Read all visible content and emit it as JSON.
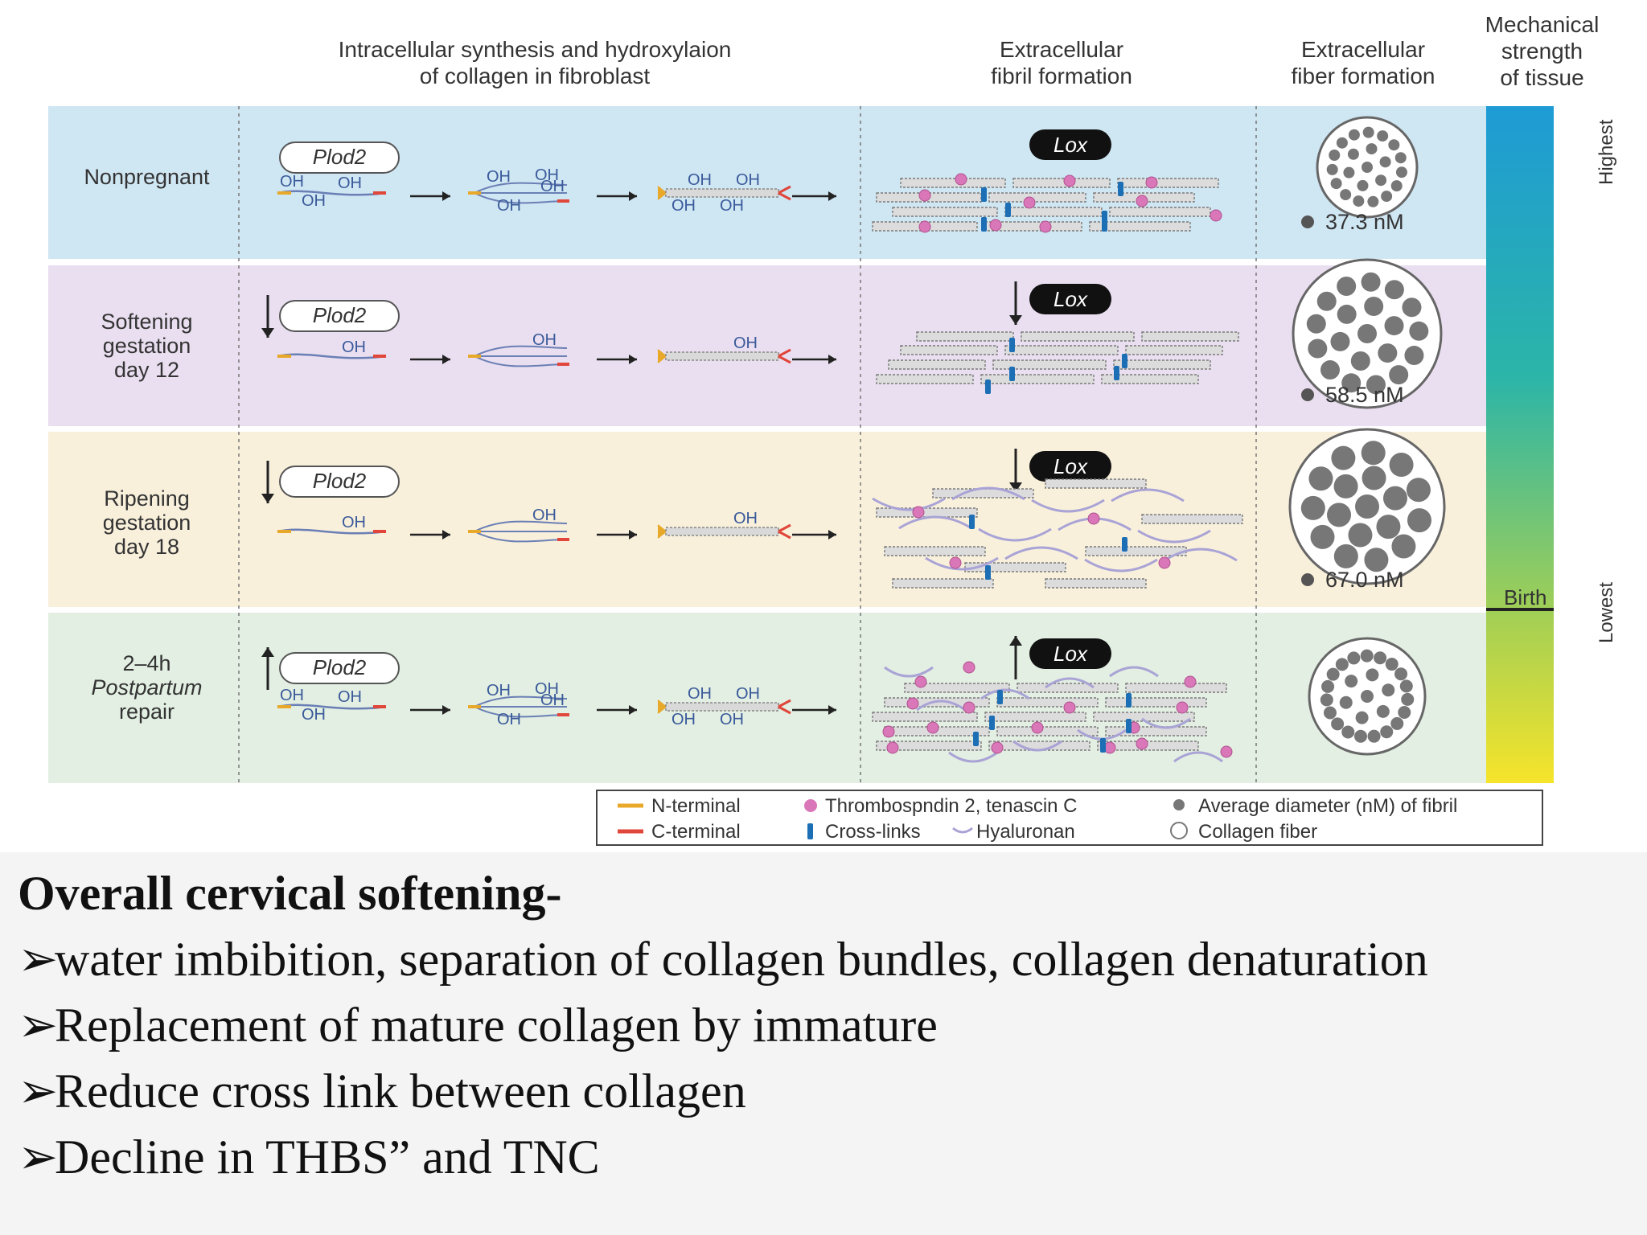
{
  "columns": {
    "intracellular": "Intracellular synthesis and hydroxylaion\nof collagen in fibroblast",
    "fibril": "Extracellular\nfibril formation",
    "fiber": "Extracellular\nfiber formation",
    "strength": "Mechanical\nstrength\nof tissue"
  },
  "rows": [
    {
      "label": "Nonpregnant",
      "gene_arrow": "",
      "size": "37.3 nM",
      "bg": "#cfe6f3"
    },
    {
      "label": "Softening\ngestation\nday 12",
      "gene_arrow": "down",
      "size": "58.5 nM",
      "bg": "#eadff0"
    },
    {
      "label": "Ripening\ngestation\nday 18",
      "gene_arrow": "down",
      "size": "67.0 nM",
      "bg": "#f9f0dc"
    },
    {
      "label": "2–4h\nPostpartum\nrepair",
      "label_italic_line": "Postpartum",
      "gene_arrow": "up",
      "size": "",
      "bg": "#e2efe2"
    }
  ],
  "gene_plod": "Plod2",
  "gene_lox": "Lox",
  "oh_label": "OH",
  "strength_scale": {
    "top": "Highest",
    "bottom": "Lowest",
    "marker": "Birth"
  },
  "legend": {
    "n_terminal": "N-terminal",
    "c_terminal": "C-terminal",
    "thrombo": "Thrombospndin 2, tenascin C",
    "crosslinks": "Cross-links",
    "hyaluronan": "Hyaluronan",
    "avg_diameter": "Average diameter (nM) of fibril",
    "collagen_fiber": "Collagen fiber"
  },
  "colors": {
    "n_terminal": "#e8a92a",
    "c_terminal": "#e0463a",
    "thrombo": "#d977b8",
    "crosslink": "#1c6fb5",
    "hyaluronan": "#a9a3d6",
    "fibril": "#8a8a8a"
  },
  "bullets": {
    "title": "Overall cervical softening-",
    "items": [
      "water imbibition, separation of collagen bundles, collagen denaturation",
      "Replacement of mature collagen by immature",
      "Reduce cross link between collagen",
      "Decline in THBS” and TNC"
    ]
  }
}
